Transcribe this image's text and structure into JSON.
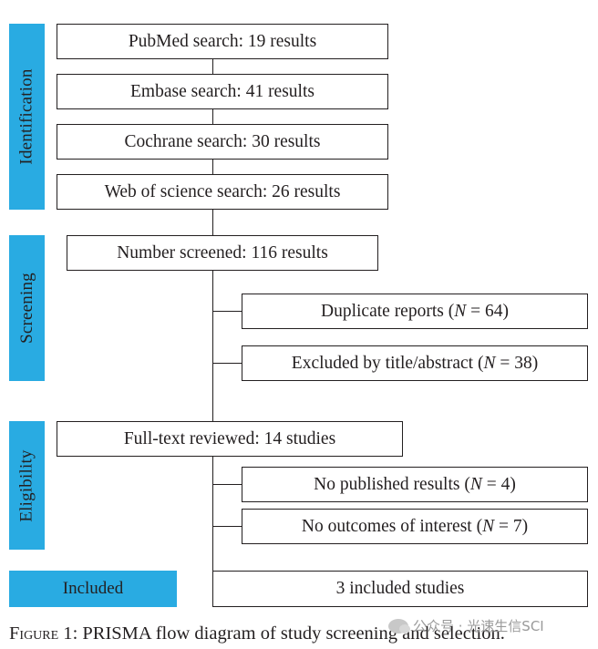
{
  "stages": {
    "identification": "Identification",
    "screening": "Screening",
    "eligibility": "Eligibility",
    "included": "Included"
  },
  "boxes": {
    "pubmed": "PubMed search: 19 results",
    "embase": "Embase search: 41 results",
    "cochrane": "Cochrane search: 30 results",
    "wos": "Web of science search: 26 results",
    "screened": "Number screened: 116 results",
    "duplicates_label": "Duplicate reports (",
    "duplicates_var": "N",
    "duplicates_value": " = 64)",
    "excluded_label": "Excluded by title/abstract (",
    "excluded_var": "N",
    "excluded_value": " = 38)",
    "fulltext": "Full-text reviewed: 14 studies",
    "no_results_label": "No published results (",
    "no_results_var": "N",
    "no_results_value": " = 4)",
    "no_outcomes_label": "No outcomes of interest (",
    "no_outcomes_var": "N",
    "no_outcomes_value": " = 7)",
    "included": "3 included studies"
  },
  "caption": {
    "prefix": "Figure 1",
    "text": ": PRISMA flow diagram of study screening and selection."
  },
  "watermark": "公众号 · 光速生信SCI",
  "colors": {
    "stage_fill": "#29abe2",
    "line": "#231f20"
  }
}
